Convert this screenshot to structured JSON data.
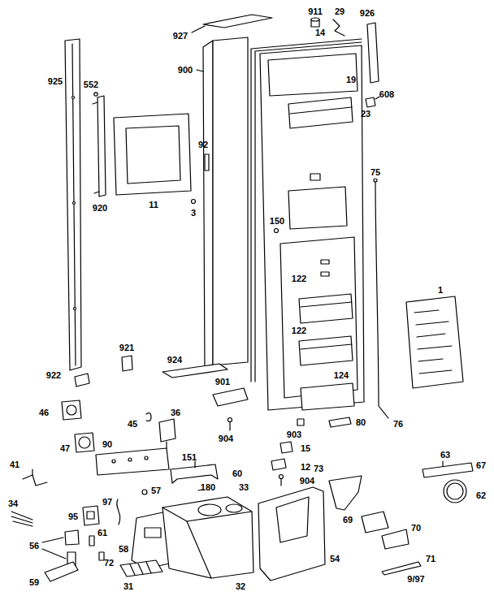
{
  "diagram": {
    "labels": [
      "927",
      "911",
      "29",
      "926",
      "14",
      "900",
      "19",
      "608",
      "23",
      "925",
      "552",
      "92",
      "920",
      "11",
      "3",
      "75",
      "150",
      "122",
      "122",
      "1",
      "124",
      "921",
      "922",
      "924",
      "901",
      "46",
      "45",
      "36",
      "904",
      "903",
      "80",
      "76",
      "15",
      "12",
      "904",
      "47",
      "90",
      "151",
      "60",
      "73",
      "63",
      "67",
      "41",
      "57",
      "180",
      "33",
      "62",
      "97",
      "34",
      "95",
      "56",
      "61",
      "72",
      "58",
      "69",
      "70",
      "54",
      "71",
      "59",
      "31",
      "32",
      "9/97"
    ]
  }
}
